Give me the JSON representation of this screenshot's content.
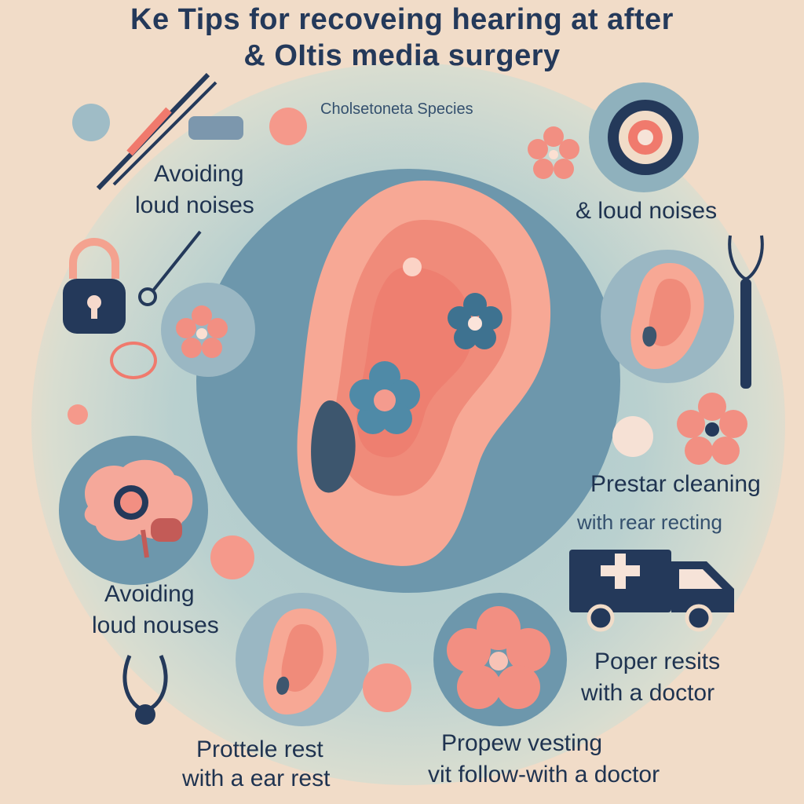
{
  "title": {
    "line1": "Ke Tips for recoveing hearing at after",
    "line2": "& OItis media surgery"
  },
  "subtitle": "Cholsetoneta Species",
  "captions": {
    "top_left": [
      "Avoiding",
      "loud noises"
    ],
    "top_right": "& loud noises",
    "mid_left": [
      "Avoiding",
      "loud nouses"
    ],
    "mid_right": [
      "Prestar cleaning",
      "with rear recting"
    ],
    "bottom_right": [
      "Poper resits",
      "with a doctor"
    ],
    "bottom_left": [
      "Prottele rest",
      "with a ear rest"
    ],
    "bottom_center": [
      "Propew vesting",
      "vit follow-with a doctor"
    ]
  },
  "colors": {
    "background": "#f1dcc8",
    "teal": "#6d97ac",
    "navy": "#24395a",
    "coral": "#f28f82",
    "skin": "#f7b09c"
  },
  "icons": [
    "tweezers-icon",
    "lock-icon",
    "ear-probe-icon",
    "brain-icon",
    "flower-icon",
    "target-icon",
    "stethoscope-icon",
    "ambulance-icon",
    "ear-icon",
    "ear-small-icon",
    "cotton-swab-icon"
  ]
}
